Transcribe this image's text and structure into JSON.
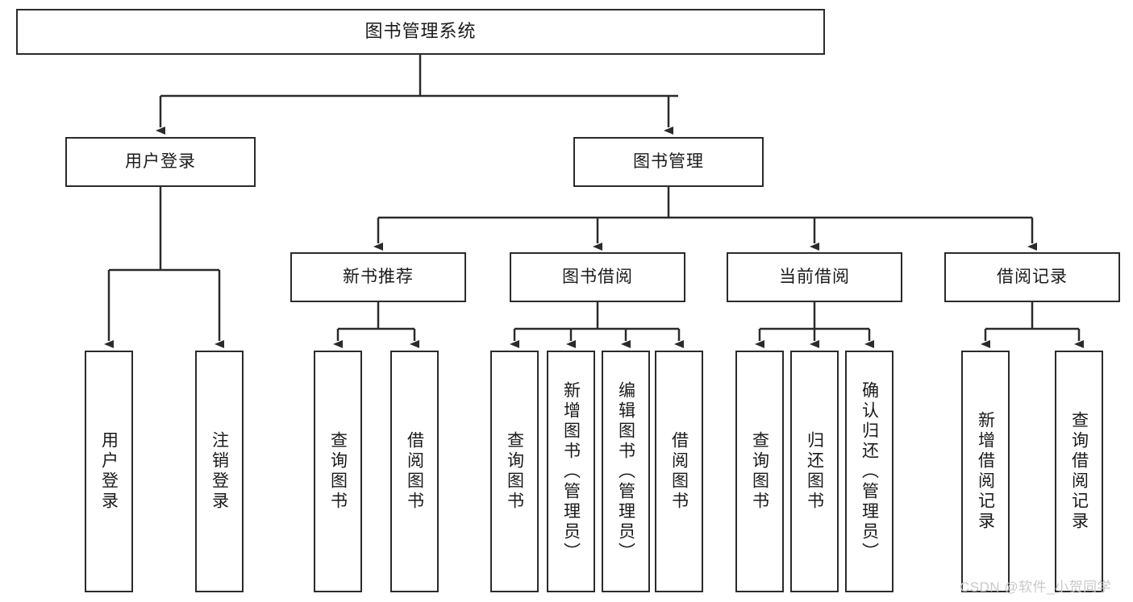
{
  "diagram": {
    "type": "tree-hierarchy-chart",
    "title_node": {
      "label": "图书管理系统"
    },
    "level2": [
      {
        "label": "用户登录"
      },
      {
        "label": "图书管理"
      }
    ],
    "level3": [
      {
        "label": "新书推荐"
      },
      {
        "label": "图书借阅"
      },
      {
        "label": "当前借阅"
      },
      {
        "label": "借阅记录"
      }
    ],
    "leaves": {
      "user_login": [
        {
          "label": "用户登录"
        },
        {
          "label": "注销登录"
        }
      ],
      "new_book_recommend": [
        {
          "label": "查询图书"
        },
        {
          "label": "借阅图书"
        }
      ],
      "book_borrow": [
        {
          "label": "查询图书"
        },
        {
          "label": "新增图书（管理员）"
        },
        {
          "label": "编辑图书（管理员）"
        },
        {
          "label": "借阅图书"
        }
      ],
      "current_borrow": [
        {
          "label": "查询图书"
        },
        {
          "label": "归还图书"
        },
        {
          "label": "确认归还（管理员）"
        }
      ],
      "borrow_record": [
        {
          "label": "新增借阅记录"
        },
        {
          "label": "查询借阅记录"
        }
      ]
    },
    "watermark": {
      "text": "CSDN @软件_小贺同学"
    },
    "colors": {
      "stroke": "#2b2b2b",
      "fill": "#ffffff",
      "text": "#1a1a1a",
      "watermark": "#c9c9c9"
    }
  }
}
